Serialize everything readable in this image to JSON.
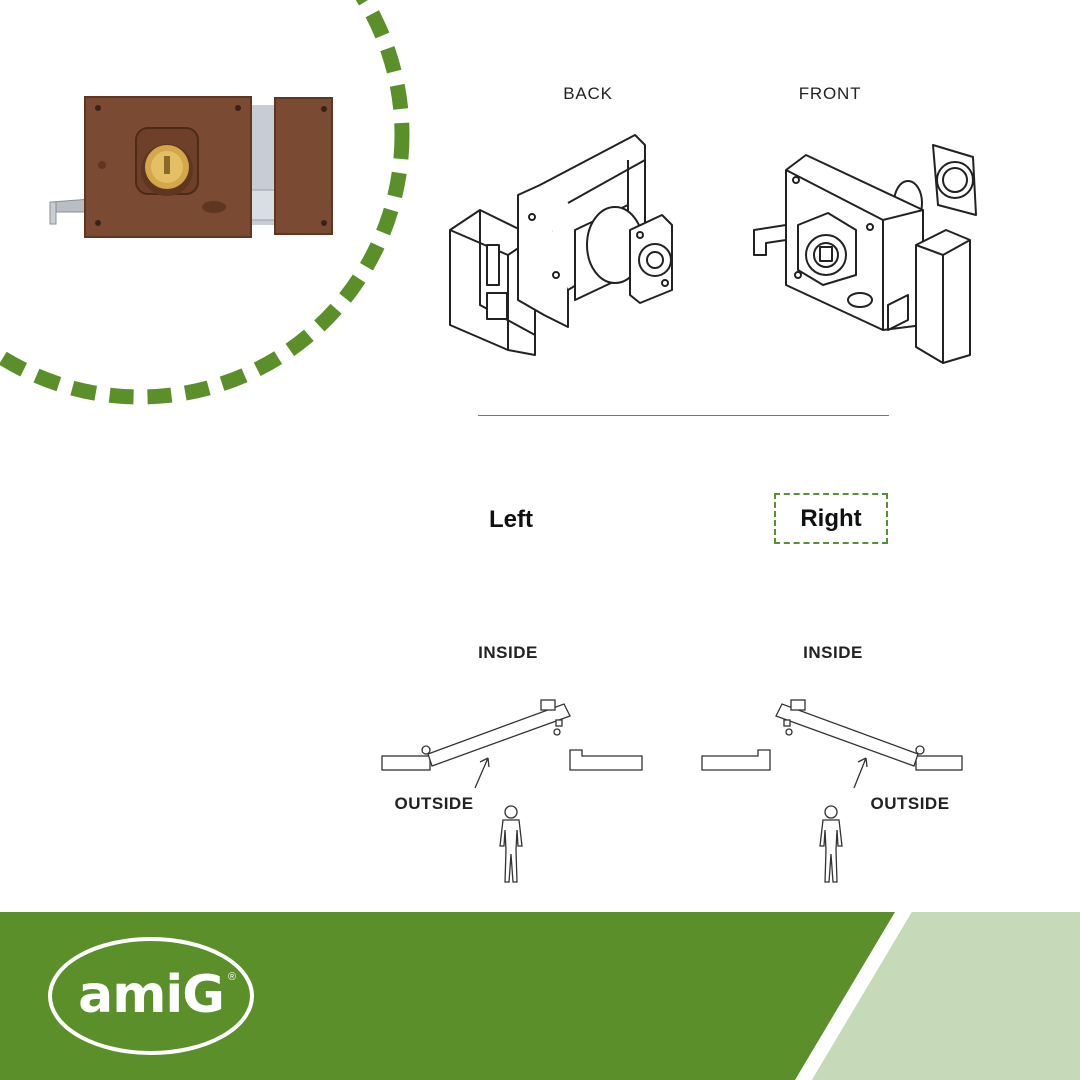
{
  "diagram": {
    "back_label": "BACK",
    "front_label": "FRONT",
    "left_label": "Left",
    "right_label": "Right",
    "left_inside": "INSIDE",
    "left_outside": "OUTSIDE",
    "right_inside": "INSIDE",
    "right_outside": "OUTSIDE"
  },
  "brand": {
    "logo_text": "amiG",
    "registered_mark": "®"
  },
  "colors": {
    "brand_green": "#5a8f2a",
    "light_green": "#c6d9b8",
    "lock_brown": "#7a4a32",
    "brass": "#d4a84a"
  }
}
